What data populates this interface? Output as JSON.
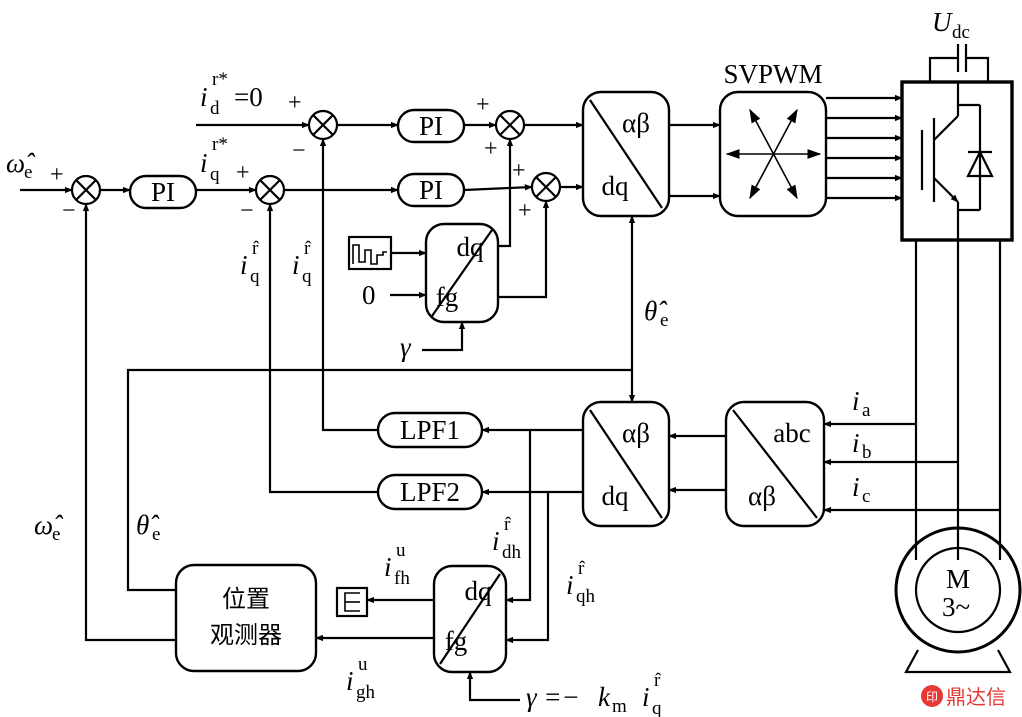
{
  "blocks": {
    "svpwm": "SVPWM",
    "udc": "U",
    "udc_sub": "dc",
    "pi": "PI",
    "lpf1": "LPF1",
    "lpf2": "LPF2",
    "ab": "αβ",
    "dq": "dq",
    "fg": "fg",
    "abc": "abc",
    "observer_line1": "位置",
    "observer_line2": "观测器",
    "motor_m": "M",
    "motor_phase": "3~"
  },
  "signals": {
    "id_ref": "i",
    "id_ref_sub": "d",
    "id_ref_sup": "r*",
    "id_ref_eq": "=0",
    "iq_ref": "i",
    "iq_ref_sub": "q",
    "iq_ref_sup": "r*",
    "omega_e": "ω̂",
    "omega_e_sub": "e",
    "theta_e": "θ̂",
    "theta_e_sub": "e",
    "iq_hat": "i",
    "iq_hat_sub": "q",
    "iq_hat_sup": "r̂",
    "idh": "i",
    "idh_sub": "dh",
    "idh_sup": "r̂",
    "iqh": "i",
    "iqh_sub": "qh",
    "iqh_sup": "r̂",
    "ifh": "i",
    "ifh_sub": "fh",
    "ifh_sup": "u",
    "igh": "i",
    "igh_sub": "gh",
    "igh_sup": "u",
    "ia": "i",
    "ia_sub": "a",
    "ib": "i",
    "ib_sub": "b",
    "ic": "i",
    "ic_sub": "c",
    "zero": "0",
    "gamma": "γ",
    "gamma_eq": "γ =−",
    "km": "k",
    "km_sub": "m",
    "gamma_iq": "i",
    "gamma_iq_sub": "q",
    "gamma_iq_sup": "r̂"
  },
  "signs": {
    "plus": "+",
    "minus": "−"
  },
  "watermark": "鼎达信"
}
